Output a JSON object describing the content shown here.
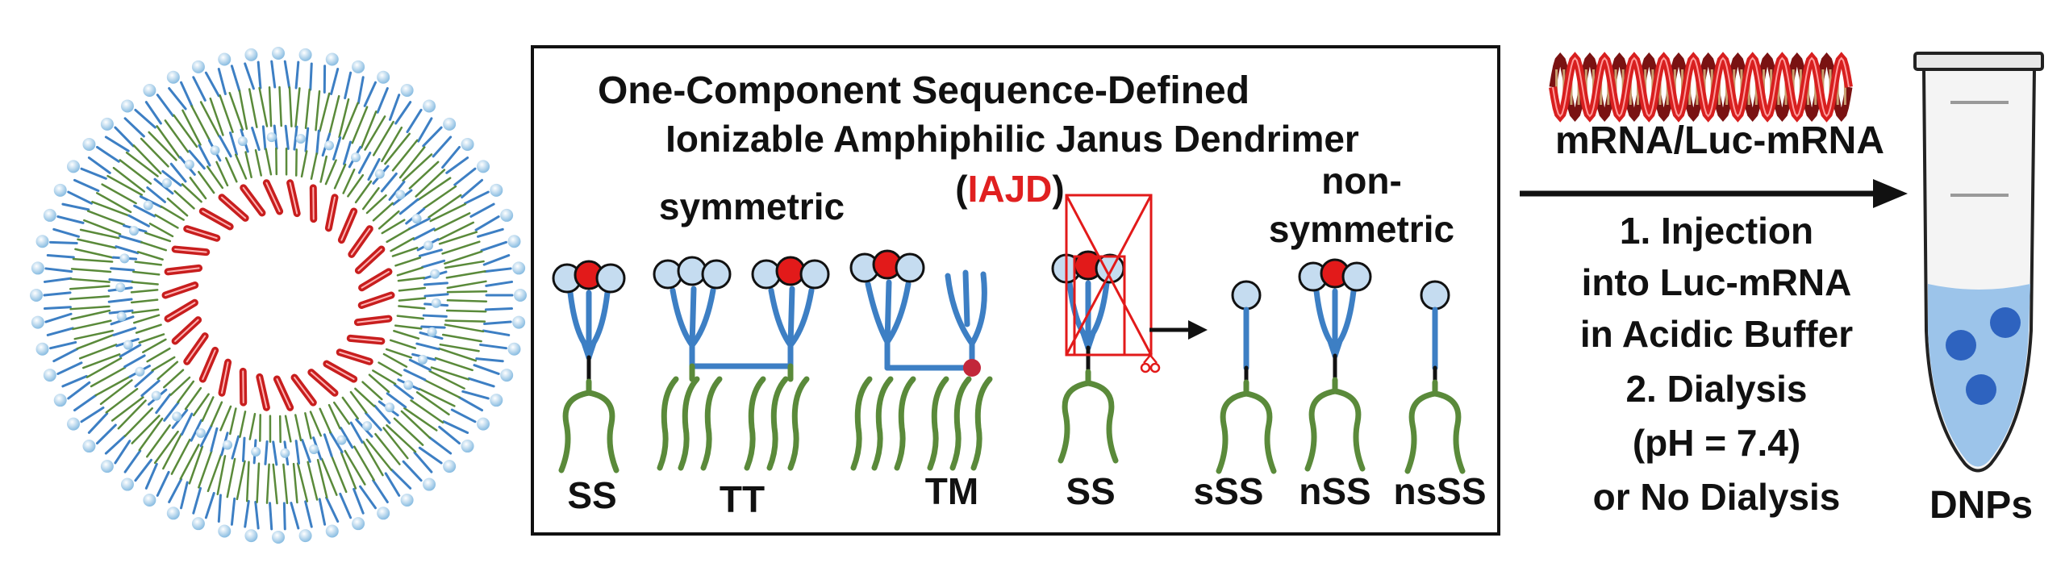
{
  "title": {
    "line1": "One-Component Sequence-Defined",
    "line2": "Ionizable Amphiphilic Janus Dendrimer",
    "paren_open": "(",
    "abbr": "IAJD",
    "paren_close": ")"
  },
  "groups": {
    "symmetric": "symmetric",
    "nonsymmetric_line1": "non-",
    "nonsymmetric_line2": "symmetric"
  },
  "molecules": [
    "SS",
    "TT",
    "TM",
    "SS",
    "sSS",
    "nSS",
    "nsSS"
  ],
  "reagent": "mRNA/Luc-mRNA",
  "steps": [
    "1. Injection",
    "into Luc-mRNA",
    "in Acidic Buffer",
    "2. Dialysis",
    "(pH = 7.4)",
    "or No Dialysis"
  ],
  "product": "DNPs",
  "colors": {
    "title_blue": "#2f5aa8",
    "accent_red": "#e02020",
    "hydrophilic_blue": "#3d7fc4",
    "hydrophobic_green": "#5a8a3a",
    "head_light": "#c5dcf0",
    "head_red": "#e21a1a",
    "tube_fill": "#9cc4ea",
    "dot_blue": "#2e63bf"
  }
}
